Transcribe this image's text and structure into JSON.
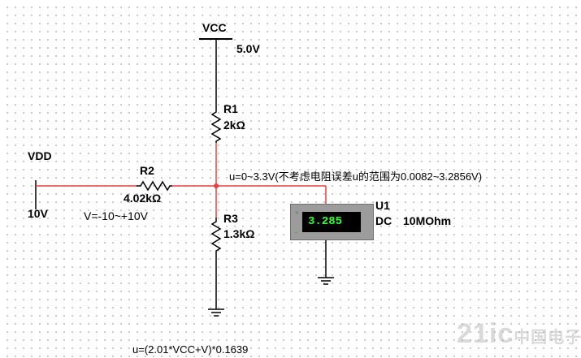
{
  "supply_vcc": {
    "label": "VCC",
    "voltage": "5.0V"
  },
  "supply_vdd": {
    "label": "VDD",
    "voltage": "10V"
  },
  "r1": {
    "ref": "R1",
    "value": "2kΩ"
  },
  "r2": {
    "ref": "R2",
    "value": "4.02kΩ"
  },
  "r3": {
    "ref": "R3",
    "value": "1.3kΩ"
  },
  "input_range": "V=-10~+10V",
  "node_note": "u=0~3.3V(不考虑电阻误差u的范围为0.0082~3.2856V)",
  "formula": "u=(2.01*VCC+V)*0.1639",
  "meter": {
    "ref": "U1",
    "mode": "DC",
    "impedance": "10MOhm",
    "reading": "3.285",
    "plus_terminal": "+",
    "minus_terminal": "-"
  },
  "colors": {
    "wire_red": "#e84040",
    "wire_dark": "#000000",
    "meter_body": "#9c9c9c",
    "display_text": "#33ff33"
  },
  "watermark": {
    "text": "21ic",
    "text_cn": "中国电子网"
  }
}
